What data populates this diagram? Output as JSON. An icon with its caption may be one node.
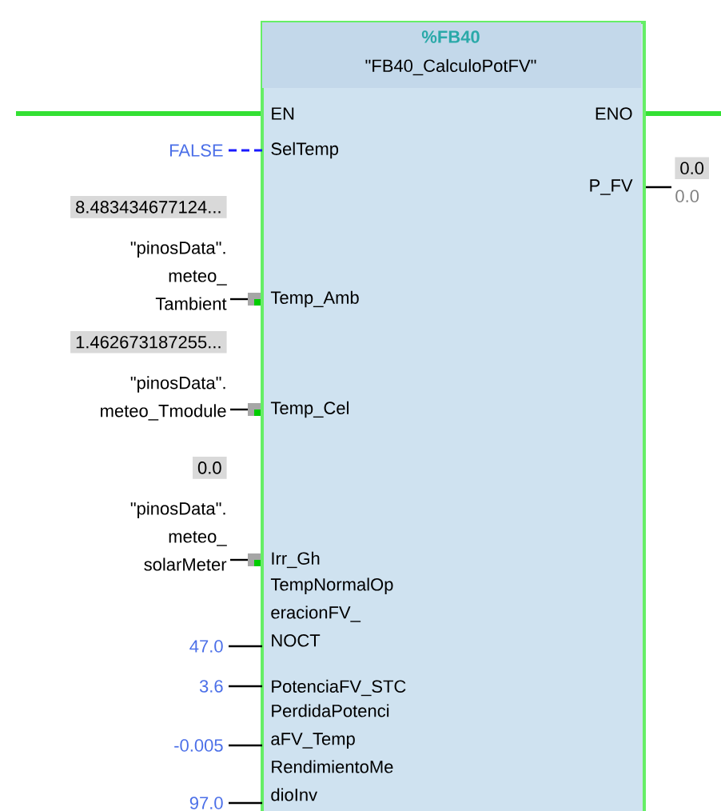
{
  "diagram": {
    "nodes": [
      {
        "text": [
          "%FB40",
          "\"FB40_CalculoPotFV\""
        ]
      },
      {
        "text": [
          "EN"
        ],
        "in": 0
      },
      {
        "text": [
          "ENO"
        ],
        "in": 0
      },
      {
        "text": [
          "SelTemp"
        ],
        "in": 0
      },
      {
        "text": [
          "P_FV"
        ],
        "in": 0
      },
      {
        "text": [
          "Temp_Amb"
        ],
        "in": 0
      },
      {
        "text": [
          "Temp_Cel"
        ],
        "in": 0
      },
      {
        "text": [
          "Irr_Gh"
        ],
        "in": 0
      },
      {
        "text": [
          "TempNormalOp eracionFV_ NOCT"
        ],
        "in": 0
      },
      {
        "text": [
          "PotenciaFV_STC"
        ],
        "in": 0
      },
      {
        "text": [
          "PerdidaPotenci aFV_Temp"
        ],
        "in": 0
      },
      {
        "text": [
          "RendimientoMe dioInv"
        ],
        "in": 0
      },
      {
        "text": [
          "FALSE"
        ]
      },
      {
        "text": [
          "0.0",
          "0.0"
        ]
      },
      {
        "text": [
          "8.483434677124...",
          "\"pinosData\". meteo_ Tambient"
        ]
      },
      {
        "text": [
          "1.462673187255...",
          "\"pinosData\". meteo_Tmodule"
        ]
      },
      {
        "text": [
          "0.0",
          "\"pinosData\". meteo_ solarMeter"
        ]
      },
      {
        "text": [
          "47.0"
        ]
      },
      {
        "text": [
          "3.6"
        ]
      },
      {
        "text": [
          "-0.005"
        ]
      },
      {
        "text": [
          "97.0"
        ]
      }
    ],
    "edges": [
      {
        "from": null,
        "to": 1,
        "arrow": "none",
        "style": "thick",
        "color": "#33e033"
      },
      {
        "from": 2,
        "to": null,
        "arrow": "none",
        "style": "thick",
        "color": "#33e033"
      },
      {
        "from": 12,
        "to": 3,
        "arrow": "none",
        "style": "dashed",
        "color": "#1a1aff"
      },
      {
        "from": 4,
        "to": 13,
        "arrow": "none"
      },
      {
        "from": 14,
        "to": 5,
        "arrow": "other"
      },
      {
        "from": 15,
        "to": 6,
        "arrow": "other"
      },
      {
        "from": 16,
        "to": 7,
        "arrow": "other"
      },
      {
        "from": 17,
        "to": 8,
        "arrow": "none"
      },
      {
        "from": 18,
        "to": 9,
        "arrow": "none"
      },
      {
        "from": 19,
        "to": 10,
        "arrow": "none"
      },
      {
        "from": 20,
        "to": 11,
        "arrow": "none"
      }
    ]
  }
}
